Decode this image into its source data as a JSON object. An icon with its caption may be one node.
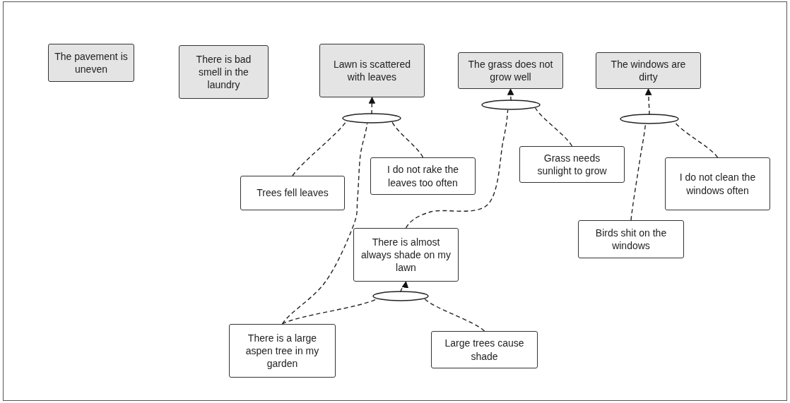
{
  "diagram": {
    "nodes": [
      {
        "text": [
          "The pavement is uneven"
        ]
      },
      {
        "text": [
          "There is bad smell in the laundry"
        ]
      },
      {
        "text": [
          "Lawn is scattered with leaves"
        ]
      },
      {
        "text": [
          "The grass does not grow well"
        ]
      },
      {
        "text": [
          "The windows are dirty"
        ]
      },
      {
        "text": [
          "Trees fell leaves"
        ]
      },
      {
        "text": [
          "I do not rake the leaves too often"
        ]
      },
      {
        "text": [
          "Grass needs sunlight to grow"
        ]
      },
      {
        "text": [
          "I do not clean the windows often"
        ]
      },
      {
        "text": [
          "Birds shit on the windows"
        ]
      },
      {
        "text": [
          "There is almost always shade on my lawn"
        ]
      },
      {
        "text": [
          "There is a large aspen tree in my garden"
        ]
      },
      {
        "text": [
          "Large trees cause shade"
        ]
      },
      {
        "text": [],
        "shape": "ellipse"
      },
      {
        "text": [],
        "shape": "ellipse"
      },
      {
        "text": [],
        "shape": "ellipse"
      },
      {
        "text": [],
        "shape": "ellipse"
      }
    ],
    "edges": [
      {
        "from": 5,
        "to": 13,
        "arrow": "none",
        "style": "dashed"
      },
      {
        "from": 6,
        "to": 13,
        "arrow": "none",
        "style": "dashed"
      },
      {
        "from": 11,
        "to": 13,
        "arrow": "none",
        "style": "dashed"
      },
      {
        "from": 13,
        "to": 2,
        "arrow": "to",
        "style": "dashed"
      },
      {
        "from": 10,
        "to": 14,
        "arrow": "none",
        "style": "dashed"
      },
      {
        "from": 7,
        "to": 14,
        "arrow": "none",
        "style": "dashed"
      },
      {
        "from": 14,
        "to": 3,
        "arrow": "to",
        "style": "dashed"
      },
      {
        "from": 9,
        "to": 15,
        "arrow": "none",
        "style": "dashed"
      },
      {
        "from": 8,
        "to": 15,
        "arrow": "none",
        "style": "dashed"
      },
      {
        "from": 15,
        "to": 4,
        "arrow": "to",
        "style": "dashed"
      },
      {
        "from": 11,
        "to": 16,
        "arrow": "none",
        "style": "dashed"
      },
      {
        "from": 12,
        "to": 16,
        "arrow": "none",
        "style": "dashed"
      },
      {
        "from": 16,
        "to": 10,
        "arrow": "to",
        "style": "dashed"
      }
    ]
  }
}
